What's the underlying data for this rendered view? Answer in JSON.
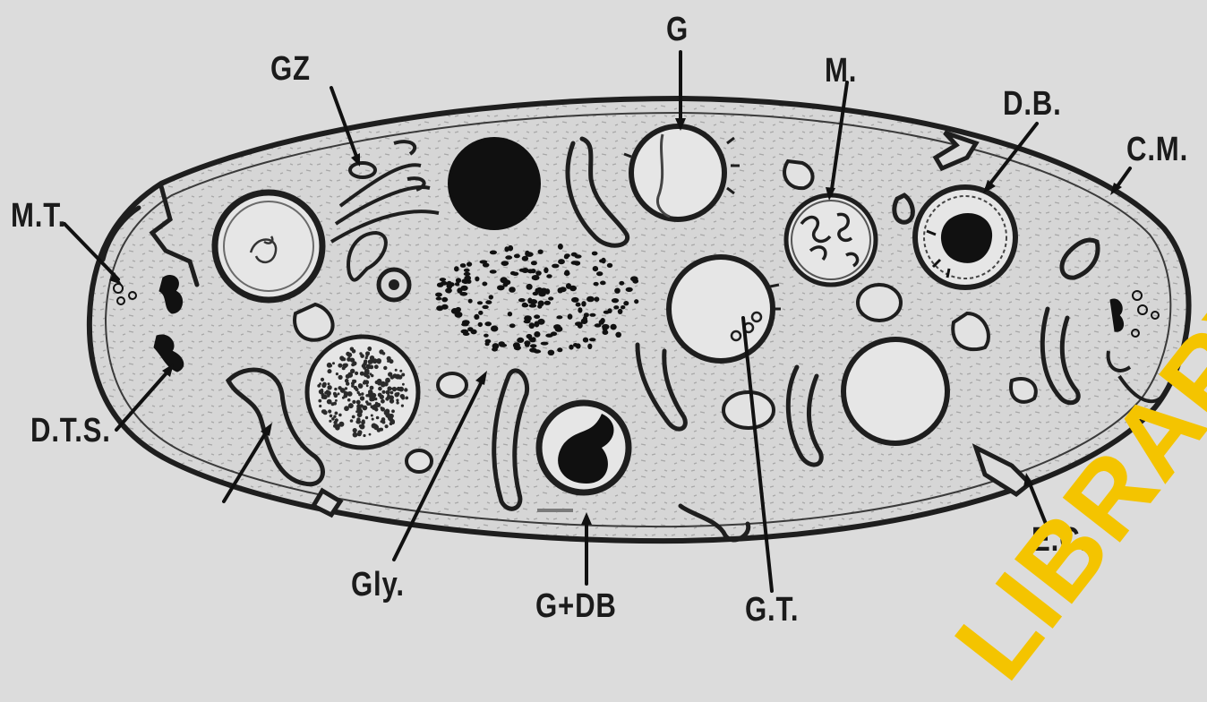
{
  "diagram": {
    "labels": {
      "g": "G",
      "gz": "GZ",
      "m": "M.",
      "db": "D.B.",
      "cm": "C.M.",
      "mt": "M.T.",
      "dts": "D.T.S.",
      "gly": "Gly.",
      "g_db": "G+DB",
      "gt": "G.T.",
      "ec": "E.C."
    },
    "watermark": "LIBRARY"
  }
}
